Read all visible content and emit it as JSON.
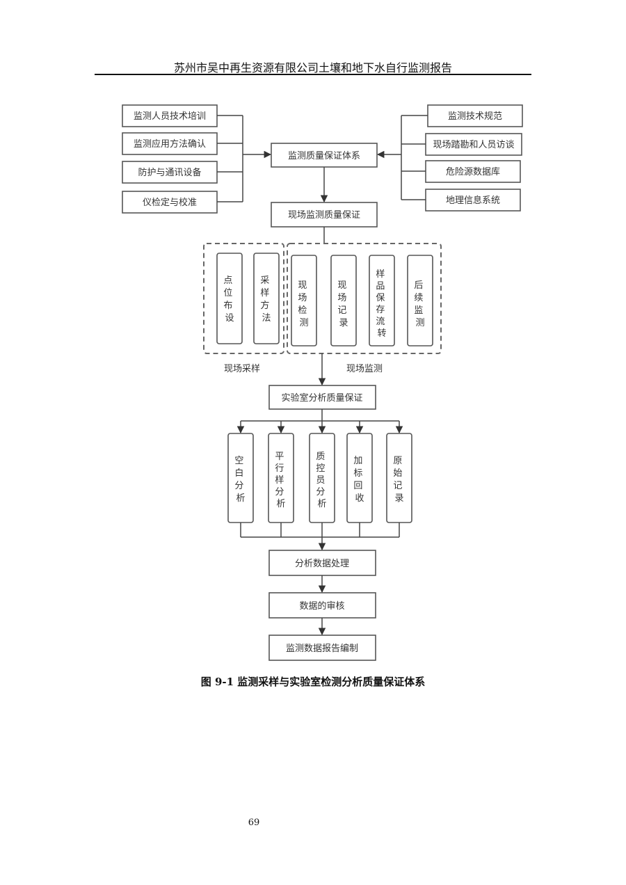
{
  "header": {
    "title": "苏州市吴中再生资源有限公司土壤和地下水自行监测报告"
  },
  "diagram": {
    "left_inputs": [
      "监测人员技术培训",
      "监测应用方法确认",
      "防护与通讯设备",
      "仪检定与校准"
    ],
    "right_inputs": [
      "监测技术规范",
      "现场踏勘和人员访谈",
      "危险源数据库",
      "地理信息系统"
    ],
    "center_top": "监测质量保证体系",
    "field_qa": "现场监测质量保证",
    "sampling_group": {
      "label": "现场采样",
      "items": [
        "点位布设",
        "采样方法"
      ]
    },
    "monitoring_group": {
      "label": "现场监测",
      "items": [
        "现场检测",
        "现场记录",
        "样品保存流转",
        "后续监测"
      ]
    },
    "lab_qa": "实验室分析质量保证",
    "lab_items": [
      "空白分析",
      "平行样分析",
      "质控员分析",
      "加标回收",
      "原始记录"
    ],
    "data_processing": "分析数据处理",
    "data_review": "数据的审核",
    "report": "监测数据报告编制"
  },
  "caption": "图 9-1 监测采样与实验室检测分析质量保证体系",
  "page_number": "69"
}
